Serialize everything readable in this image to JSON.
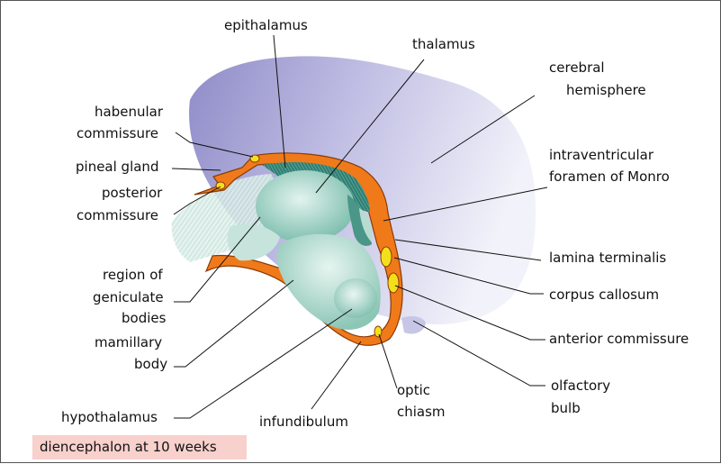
{
  "labels": {
    "epithalamus": "epithalamus",
    "thalamus": "thalamus",
    "cerebral_1": "cerebral",
    "cerebral_2": "hemisphere",
    "habenular_1": "habenular",
    "habenular_2": "commissure",
    "pineal_gland": "pineal gland",
    "posterior_1": "posterior",
    "posterior_2": "commissure",
    "intraventricular_1": "intraventricular",
    "intraventricular_2": "foramen of Monro",
    "lamina_terminalis": "lamina terminalis",
    "corpus_callosum": "corpus callosum",
    "anterior_commissure": "anterior commissure",
    "geniculate_1": "region of",
    "geniculate_2": "geniculate",
    "geniculate_3": "bodies",
    "mamillary_1": "mamillary",
    "mamillary_2": "body",
    "olfactory_1": "olfactory",
    "olfactory_2": "bulb",
    "optic_1": "optic",
    "optic_2": "chiasm",
    "hypothalamus": "hypothalamus",
    "infundibulum": "infundibulum"
  },
  "caption": "diencephalon at 10 weeks",
  "colors": {
    "hemisphere": "#a9a6d6",
    "wall": "#f07a1a",
    "wall_outline": "#8a3a08",
    "nucleus": "#9ccfc0",
    "nucleus_light": "#d6efe8",
    "commissure_fill": "#f4e01a",
    "caption_bg": "#f8d0cc"
  }
}
